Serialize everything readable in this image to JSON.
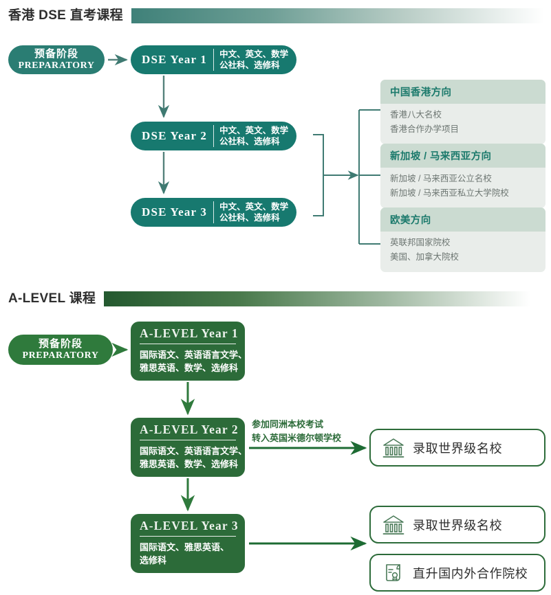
{
  "sections": {
    "dse": {
      "title": "香港 DSE 直考课程",
      "accent": "#2a7d73",
      "prep": {
        "cn": "预备阶段",
        "en": "PREPARATORY"
      },
      "years": [
        {
          "year": "DSE Year 1",
          "subjects_line1": "中文、英文、数学",
          "subjects_line2": "公社科、选修科"
        },
        {
          "year": "DSE Year 2",
          "subjects_line1": "中文、英文、数学",
          "subjects_line2": "公社科、选修科"
        },
        {
          "year": "DSE Year 3",
          "subjects_line1": "中文、英文、数学",
          "subjects_line2": "公社科、选修科"
        }
      ],
      "panels": [
        {
          "title": "中国香港方向",
          "lines": [
            "香港八大名校",
            "香港合作办学项目"
          ]
        },
        {
          "title": "新加坡 / 马来西亚方向",
          "lines": [
            "新加坡 / 马来西亚公立名校",
            "新加坡 / 马来西亚私立大学院校"
          ]
        },
        {
          "title": "欧美方向",
          "lines": [
            "英联邦国家院校",
            "美国、加拿大院校"
          ]
        }
      ]
    },
    "alevel": {
      "title": "A-LEVEL 课程",
      "accent": "#2c6b39",
      "prep": {
        "cn": "预备阶段",
        "en": "PREPARATORY"
      },
      "years": [
        {
          "year": "A-LEVEL Year 1",
          "subjects_line1": "国际语文、英语语言文学、",
          "subjects_line2": "雅思英语、数学、选修科"
        },
        {
          "year": "A-LEVEL Year 2",
          "subjects_line1": "国际语文、英语语言文学、",
          "subjects_line2": "雅思英语、数学、选修科"
        },
        {
          "year": "A-LEVEL Year 3",
          "subjects_line1": "国际语文、雅思英语、",
          "subjects_line2": "选修科"
        }
      ],
      "annotation": {
        "line1": "参加同洲本校考试",
        "line2": "转入英国米德尔顿学校"
      },
      "outcomes": [
        {
          "icon": "bank-building-icon",
          "label": "录取世界级名校"
        },
        {
          "icon": "bank-building-icon",
          "label": "录取世界级名校"
        },
        {
          "icon": "diploma-certificate-icon",
          "label": "直升国内外合作院校"
        }
      ]
    }
  },
  "colors": {
    "dse_teal": "#17796f",
    "alevel_green": "#2c6b39",
    "panel_header_bg": "#cbdbd1",
    "panel_body_bg": "#e9edea",
    "panel_title_text": "#1c7a6c",
    "panel_body_text": "#6d7672",
    "wire_teal": "#3f7a72",
    "wire_green": "#1d6b33"
  }
}
